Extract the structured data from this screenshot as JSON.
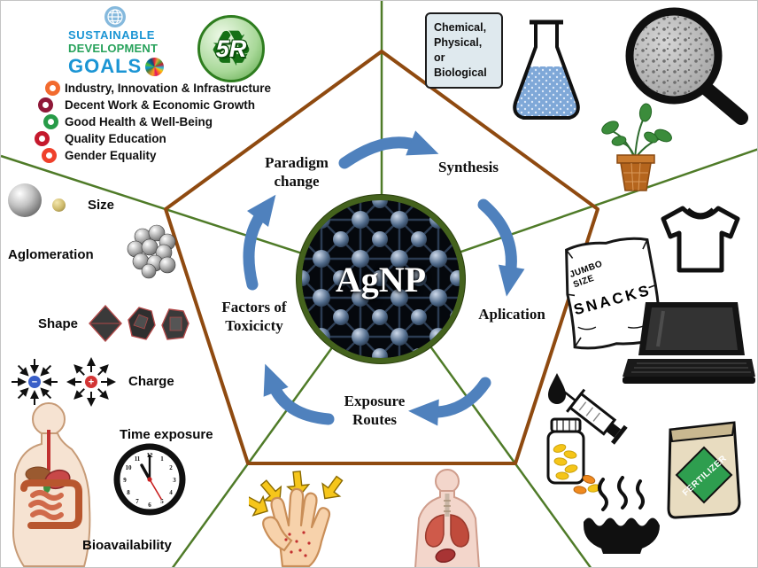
{
  "cycle": {
    "center_label": "AgNP",
    "stages": {
      "paradigm": "Paradigm change",
      "synthesis": "Synthesis",
      "application": "Aplication",
      "exposure": "Exposure Routes",
      "toxicity": "Factors of Toxicicty"
    },
    "arrow_color": "#4f81bd",
    "pentagon_color": "#8f4a10",
    "divider_color": "#4f7b28"
  },
  "sdg": {
    "logo_lines": [
      "SUSTAINABLE",
      "DEVELOPMENT",
      "GOALS"
    ],
    "recycle_icon": "♻",
    "recycle_label": "5R",
    "items": [
      {
        "label": "Industry, Innovation & Infrastructure",
        "color": "#f26a2e"
      },
      {
        "label": "Decent Work & Economic Growth",
        "color": "#8f1838"
      },
      {
        "label": "Good Health & Well-Being",
        "color": "#279b48"
      },
      {
        "label": "Quality Education",
        "color": "#c5192d"
      },
      {
        "label": "Gender Equality",
        "color": "#ef402b"
      }
    ]
  },
  "factors": {
    "size": "Size",
    "aglomeration": "Aglomeration",
    "shape": "Shape",
    "charge": "Charge",
    "time_exposure": "Time exposure",
    "bioavailability": "Bioavailability"
  },
  "charge": {
    "minus": "−",
    "plus": "+"
  },
  "clock": {
    "numbers": [
      "12",
      "1",
      "2",
      "3",
      "4",
      "5",
      "6",
      "7",
      "8",
      "9",
      "10",
      "11"
    ]
  },
  "synthesis_side": {
    "box_text": "Chemical,\nPhysical, or\nBiological"
  },
  "applications": {
    "snacks_small": "JUMBO SIZE",
    "snacks_label": "SNACKS",
    "fertilizer_label": "FERTILIZER"
  }
}
